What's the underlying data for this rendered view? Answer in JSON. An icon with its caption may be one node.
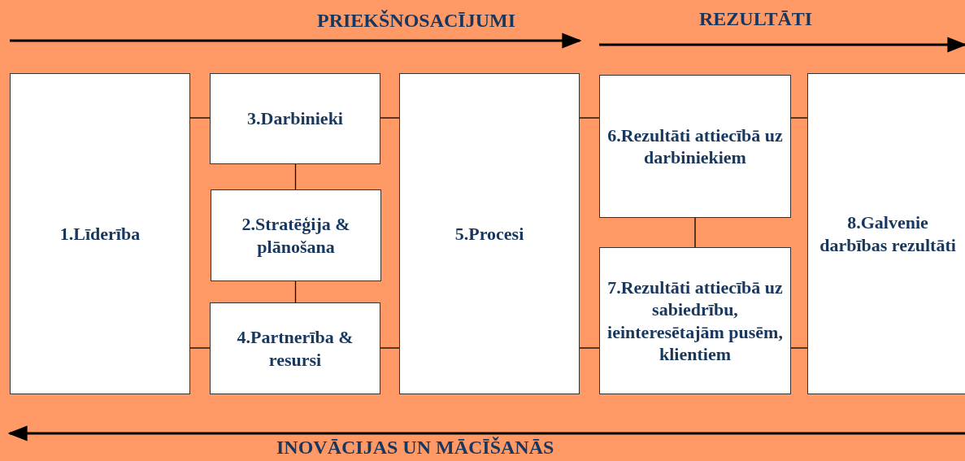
{
  "diagram": {
    "nodes": [
      {
        "text": [
          "1.Līderība"
        ]
      },
      {
        "text": [
          "3.Darbinieki"
        ]
      },
      {
        "text": [
          "2.Stratēģija & plānošana"
        ]
      },
      {
        "text": [
          "4.Partnerība & resursi"
        ]
      },
      {
        "text": [
          "5.Procesi"
        ]
      },
      {
        "text": [
          "6.Rezultāti attiecībā uz darbiniekiem"
        ]
      },
      {
        "text": [
          "7.Rezultāti attiecībā uz sabiedrību, ieinteresētajām pusēm, klientiem"
        ]
      },
      {
        "text": [
          "8.Galvenie darbības rezultāti"
        ]
      }
    ],
    "edges": [
      {
        "from": 0,
        "to": 1,
        "arrow": "none"
      },
      {
        "from": 0,
        "to": 3,
        "arrow": "none"
      },
      {
        "from": 1,
        "to": 2,
        "arrow": "none"
      },
      {
        "from": 2,
        "to": 3,
        "arrow": "none"
      },
      {
        "from": 1,
        "to": 4,
        "arrow": "none"
      },
      {
        "from": 3,
        "to": 4,
        "arrow": "none"
      },
      {
        "from": 4,
        "to": 5,
        "arrow": "none"
      },
      {
        "from": 4,
        "to": 6,
        "arrow": "none"
      },
      {
        "from": 5,
        "to": 6,
        "arrow": "none"
      },
      {
        "from": 5,
        "to": 7,
        "arrow": "none"
      },
      {
        "from": 6,
        "to": 7,
        "arrow": "none"
      }
    ],
    "labels": [
      "PRIEKŠNOSACĪJUMI",
      "REZULTĀTI",
      "INOVĀCIJAS UN MĀCĪŠANĀS"
    ]
  }
}
